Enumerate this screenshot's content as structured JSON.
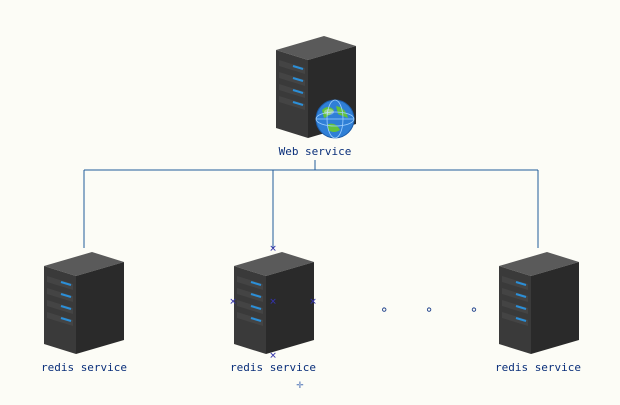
{
  "diagram": {
    "nodes": [
      {
        "id": "web",
        "label": "Web service",
        "icon": "server-globe-icon"
      },
      {
        "id": "redis1",
        "label": "redis service",
        "icon": "server-icon"
      },
      {
        "id": "redis2",
        "label": "redis service",
        "icon": "server-icon",
        "selected": true
      },
      {
        "id": "redis3",
        "label": "redis service",
        "icon": "server-icon"
      }
    ],
    "edges": [
      {
        "from": "web",
        "to": "redis1"
      },
      {
        "from": "web",
        "to": "redis2"
      },
      {
        "from": "web",
        "to": "redis3"
      }
    ],
    "ellipsis": "∘ ∘ ∘",
    "colors": {
      "connector": "#1f5b99",
      "server_body": "#3a3a3a",
      "server_light": "#2b8fd8",
      "label": "#0a2f7a",
      "background": "#fcfcf6"
    }
  }
}
